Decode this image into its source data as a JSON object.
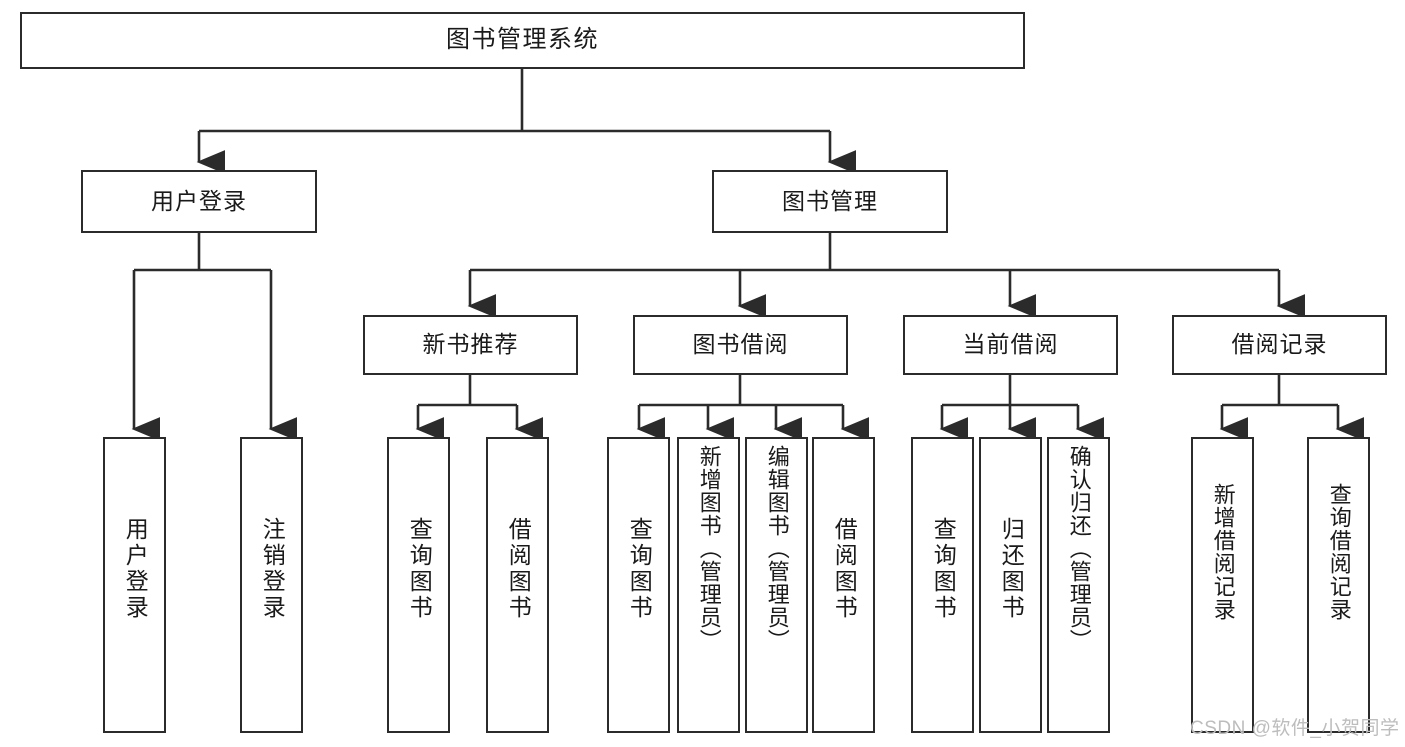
{
  "diagram": {
    "type": "tree",
    "title": "图书管理系统",
    "root": {
      "id": "root",
      "label": "图书管理系统"
    },
    "level1": [
      {
        "id": "user-login",
        "label": "用户登录"
      },
      {
        "id": "book-manage",
        "label": "图书管理"
      }
    ],
    "level2": [
      {
        "id": "new-book-recommend",
        "label": "新书推荐",
        "parent": "book-manage"
      },
      {
        "id": "book-borrow",
        "label": "图书借阅",
        "parent": "book-manage"
      },
      {
        "id": "current-borrow",
        "label": "当前借阅",
        "parent": "book-manage"
      },
      {
        "id": "borrow-record",
        "label": "借阅记录",
        "parent": "book-manage"
      }
    ],
    "leaves": {
      "user_login": [
        {
          "id": "leaf-user-login",
          "label": "用户登录"
        },
        {
          "id": "leaf-logout",
          "label": "注销登录"
        }
      ],
      "new_book_recommend": [
        {
          "id": "leaf-query-book-1",
          "label": "查询图书"
        },
        {
          "id": "leaf-borrow-book-1",
          "label": "借阅图书"
        }
      ],
      "book_borrow": [
        {
          "id": "leaf-query-book-2",
          "label": "查询图书"
        },
        {
          "id": "leaf-add-book",
          "label": "新增图书（管理员）"
        },
        {
          "id": "leaf-edit-book",
          "label": "编辑图书（管理员）"
        },
        {
          "id": "leaf-borrow-book-2",
          "label": "借阅图书"
        }
      ],
      "current_borrow": [
        {
          "id": "leaf-query-book-3",
          "label": "查询图书"
        },
        {
          "id": "leaf-return-book",
          "label": "归还图书"
        },
        {
          "id": "leaf-confirm-return",
          "label": "确认归还（管理员）"
        }
      ],
      "borrow_record": [
        {
          "id": "leaf-add-record",
          "label": "新增借阅记录"
        },
        {
          "id": "leaf-query-record",
          "label": "查询借阅记录"
        }
      ]
    }
  },
  "watermark": {
    "text": "CSDN @软件_小贺同学"
  },
  "colors": {
    "background": "#ffffff",
    "box_border": "#2b2b2b",
    "box_fill": "#ffffff",
    "text": "#1a1a1a",
    "connector": "#2b2b2b",
    "watermark": "#bdbdbd"
  }
}
